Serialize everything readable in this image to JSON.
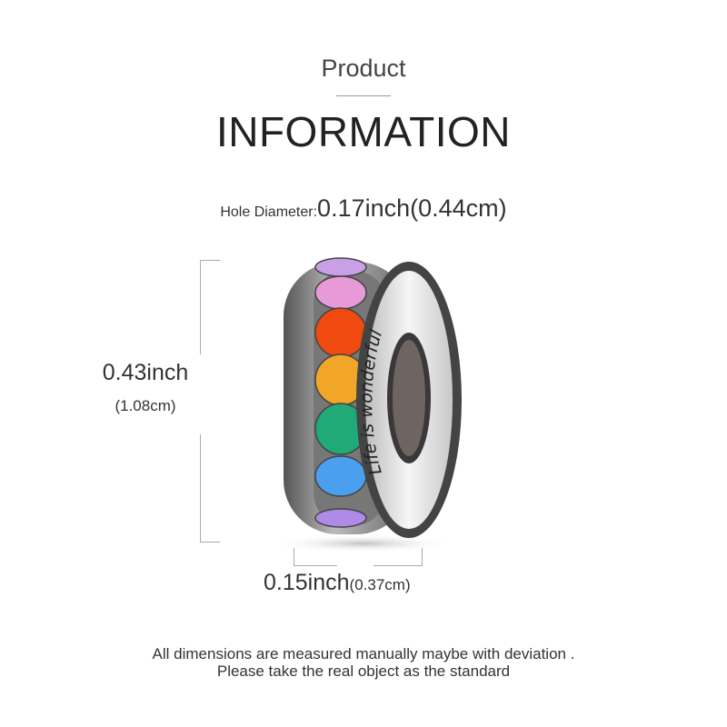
{
  "header": {
    "subtitle": "Product",
    "title": "INFORMATION"
  },
  "hole_diameter": {
    "label": "Hole Diameter:",
    "value": "0.17inch(0.44cm)"
  },
  "height": {
    "inch": "0.43inch",
    "cm": "(1.08cm)"
  },
  "width": {
    "inch": "0.15inch",
    "cm": "(0.37cm)"
  },
  "product": {
    "engraving": "Life is wonderful",
    "stone_colors": [
      "#c9a0e8",
      "#e89ad8",
      "#f04a10",
      "#f2a628",
      "#1faa78",
      "#4aa0ee",
      "#b08ae8"
    ]
  },
  "notes": [
    "All dimensions are measured manually maybe with deviation .",
    "Please take the real object as the standard"
  ]
}
